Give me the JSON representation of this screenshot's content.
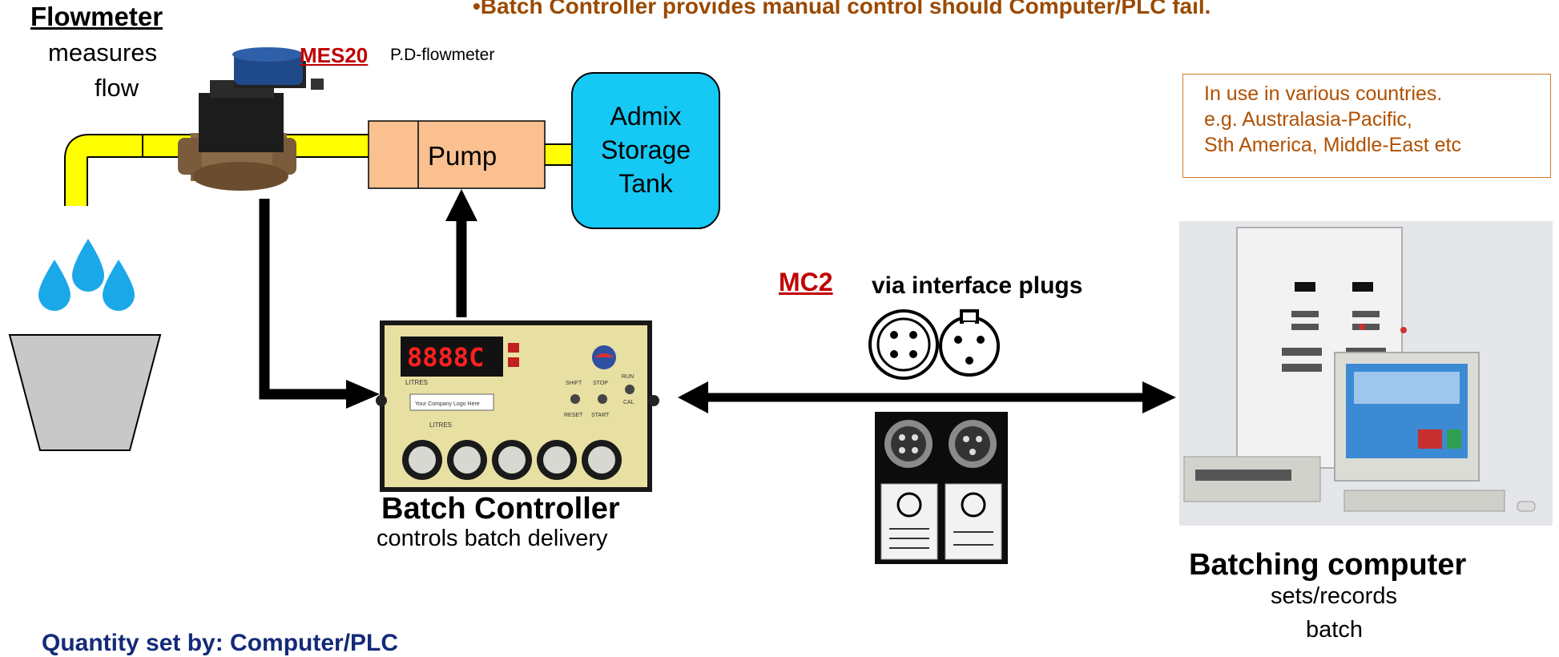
{
  "header": {
    "note": "•Batch Controller provides manual control should Computer/PLC fail."
  },
  "flowmeter": {
    "title": "Flowmeter",
    "line1": "measures",
    "line2": "flow",
    "model": "MES20",
    "model_desc": "P.D-flowmeter"
  },
  "pump": {
    "label": "Pump"
  },
  "tank": {
    "line1": "Admix",
    "line2": "Storage",
    "line3": "Tank"
  },
  "countries": {
    "line1": "In use in various countries.",
    "line2": "e.g. Australasia-Pacific,",
    "line3": "Sth America, Middle-East etc"
  },
  "interface": {
    "model": "MC2",
    "text": "via interface plugs"
  },
  "batch_controller": {
    "title": "Batch Controller",
    "subtitle": "controls batch delivery",
    "display": "8888C",
    "panel_label1": "LITRES",
    "panel_label2": "LITRES",
    "sticker": "Your Company Logo Here",
    "switch_labels": [
      "SHIFT",
      "STOP",
      "RUN",
      "RESET",
      "START",
      "CAL"
    ]
  },
  "computer": {
    "title": "Batching computer",
    "line1": "sets/records",
    "line2": "batch"
  },
  "footer": {
    "quantity": "Quantity set by: Computer/PLC"
  },
  "colors": {
    "pipe": "#ffff00",
    "pump": "#fac090",
    "tank": "#16c8f4",
    "drops": "#1aa8e8",
    "bucket": "#c8c8c8",
    "accent_red": "#c00000",
    "note_brown": "#9a4a00"
  }
}
